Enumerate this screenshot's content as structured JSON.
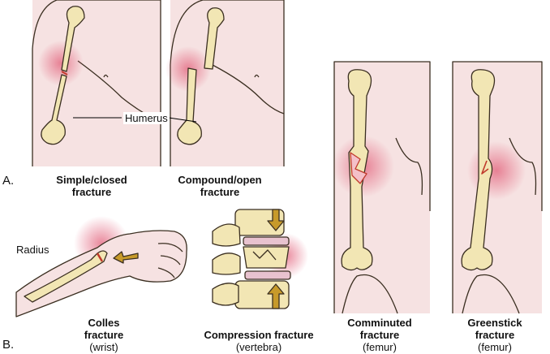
{
  "section_labels": {
    "a": "A.",
    "b": "B."
  },
  "callouts": {
    "humerus": "Humerus",
    "radius": "Radius"
  },
  "fractures": [
    {
      "id": "simple",
      "title_line1": "Simple/closed",
      "title_line2": "fracture",
      "subtitle": ""
    },
    {
      "id": "compound",
      "title_line1": "Compound/open",
      "title_line2": "fracture",
      "subtitle": ""
    },
    {
      "id": "comminuted",
      "title_line1": "Comminuted",
      "title_line2": "fracture",
      "subtitle": "(femur)"
    },
    {
      "id": "greenstick",
      "title_line1": "Greenstick",
      "title_line2": "fracture",
      "subtitle": "(femur)"
    },
    {
      "id": "colles",
      "title_line1": "Colles",
      "title_line2": "fracture",
      "subtitle": "(wrist)"
    },
    {
      "id": "compression",
      "title_line1": "Compression fracture",
      "title_line2": "",
      "subtitle": "(vertebra)"
    }
  ],
  "colors": {
    "skin": "#f6e2e2",
    "bone": "#f2e6b4",
    "outline": "#3a2e20",
    "injury": "#e2607a",
    "arrow": "#c79a2a"
  }
}
